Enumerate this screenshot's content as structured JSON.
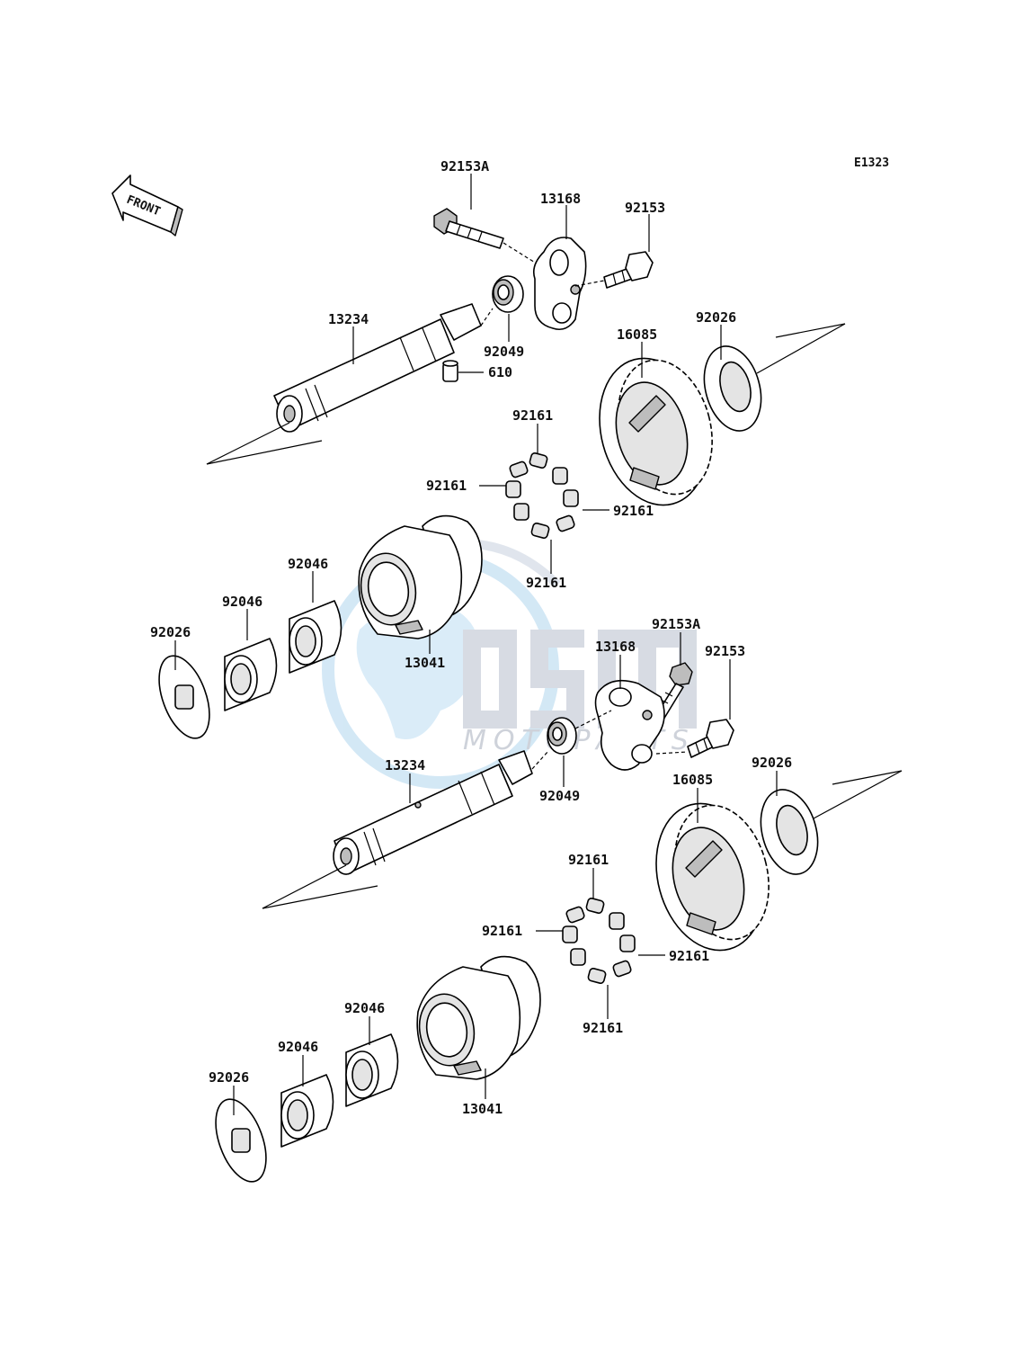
{
  "diagram_code": "E1323",
  "front_label": "FRONT",
  "watermark": {
    "brand": "OSM",
    "tagline": "MOTOPARTS"
  },
  "callouts": [
    "92153A",
    "13168",
    "92153",
    "13234",
    "92049",
    "610",
    "92026",
    "16085",
    "92161",
    "92161",
    "92161",
    "92161",
    "92046",
    "92046",
    "92026",
    "13041",
    "92153A",
    "13168",
    "92153",
    "13234",
    "92049",
    "16085",
    "92026",
    "92161",
    "92161",
    "92161",
    "92161",
    "92046",
    "92046",
    "92026",
    "13041"
  ]
}
